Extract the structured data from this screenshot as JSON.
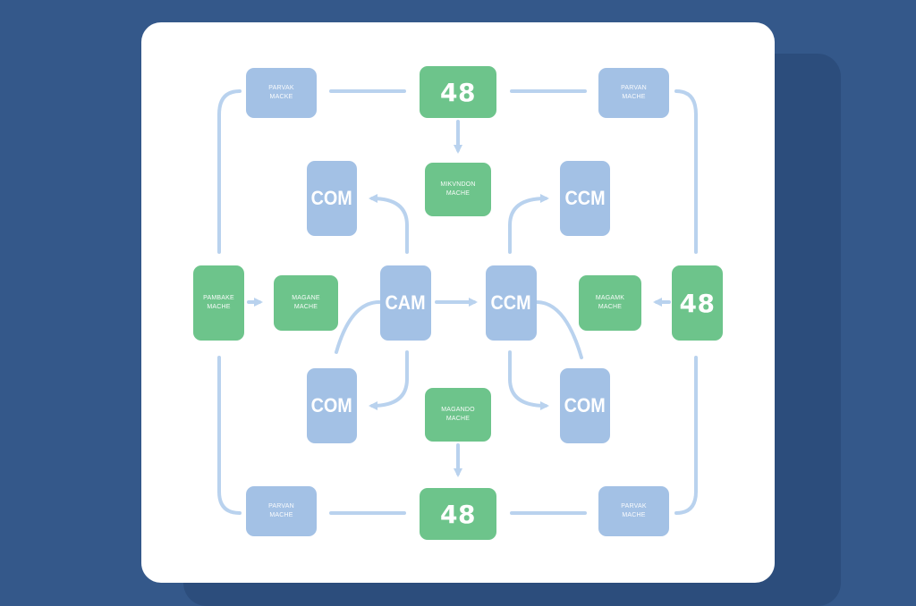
{
  "colors": {
    "background": "#34588a",
    "card": "#ffffff",
    "node_blue": "#a3c1e5",
    "node_green": "#6dc48b",
    "connector": "#b9d2ee"
  },
  "nodes": {
    "top_left": {
      "lines": [
        "PARVAK",
        "MACKE"
      ]
    },
    "top_center": {
      "label": "48"
    },
    "top_right": {
      "lines": [
        "PARVAN",
        "MACHE"
      ]
    },
    "upper_mid": {
      "lines": [
        "MIKVNDON",
        "MACHE"
      ]
    },
    "upper_left_com": {
      "label": "COM"
    },
    "upper_right_ccm": {
      "label": "CCM"
    },
    "left_green": {
      "lines": [
        "PAMBAKE",
        "MACHE"
      ]
    },
    "left_inner": {
      "lines": [
        "MAGANE",
        "MACHE"
      ]
    },
    "center_cam": {
      "label": "CAM"
    },
    "center_ccm": {
      "label": "CCM"
    },
    "right_inner": {
      "lines": [
        "MAGAMK",
        "MACHE"
      ]
    },
    "right_green": {
      "label": "48"
    },
    "lower_left_com": {
      "label": "COM"
    },
    "lower_mid": {
      "lines": [
        "MAGANDO",
        "MACHE"
      ]
    },
    "lower_right_com": {
      "label": "COM"
    },
    "bottom_left": {
      "lines": [
        "PARVAN",
        "MACHE"
      ]
    },
    "bottom_center": {
      "label": "48"
    },
    "bottom_right": {
      "lines": [
        "PARVAK",
        "MACHE"
      ]
    }
  }
}
